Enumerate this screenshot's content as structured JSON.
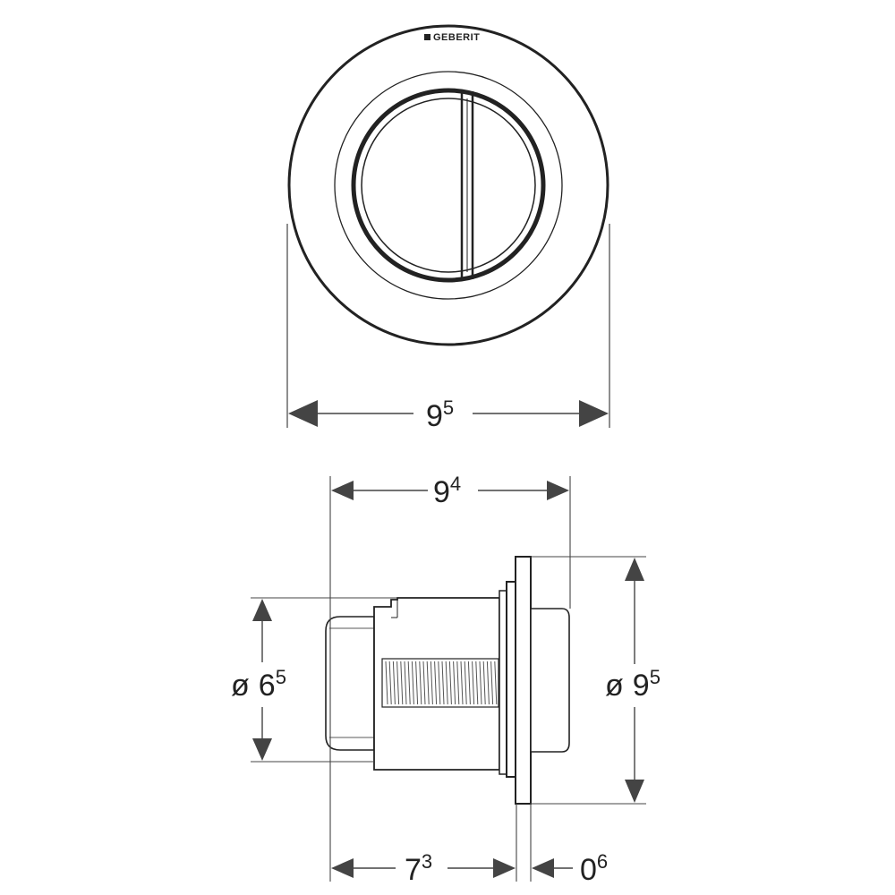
{
  "brand": {
    "logo_text": "GEBERIT"
  },
  "front_view": {
    "width_dim": {
      "base": "9",
      "sup": "5"
    }
  },
  "side_view": {
    "overall_depth_dim": {
      "base": "9",
      "sup": "4"
    },
    "body_diameter_dim": {
      "prefix": "ø",
      "base": "6",
      "sup": "5"
    },
    "plate_diameter_dim": {
      "prefix": "ø",
      "base": "9",
      "sup": "5"
    },
    "body_length_dim": {
      "base": "7",
      "sup": "3"
    },
    "plate_thickness_dim": {
      "base": "0",
      "sup": "6"
    }
  },
  "colors": {
    "line": "#222222",
    "dim_line": "#444444",
    "hatch": "#555555"
  }
}
